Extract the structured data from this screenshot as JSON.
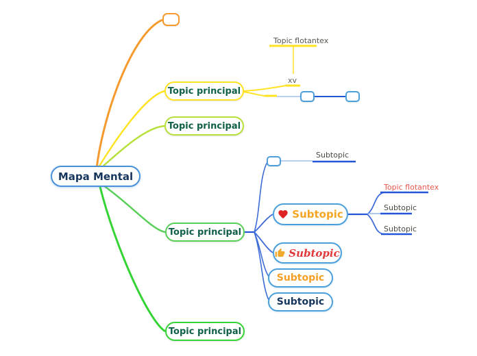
{
  "root": {
    "label": "Mapa Mental"
  },
  "main_topics": {
    "topic1": {
      "label": "Topic principal"
    },
    "topic2": {
      "label": "Topic principal"
    },
    "topic3": {
      "label": "Topic principal"
    },
    "topic4": {
      "label": "Topic principal"
    }
  },
  "floating_topic": {
    "title": "Topic flotantex",
    "child": "xv"
  },
  "topic3_children": {
    "line_subtopic": {
      "label": "Subtopic"
    },
    "heart_subtopic": {
      "label": "Subtopic",
      "icon": "heart-icon"
    },
    "thumb_subtopic": {
      "label": "Subtopic",
      "icon": "thumbs-up-icon"
    },
    "orange_subtopic": {
      "label": "Subtopic"
    },
    "navy_subtopic": {
      "label": "Subtopic"
    }
  },
  "heart_children": {
    "floating": {
      "label": "Topic flotantex"
    },
    "sub1": {
      "label": "Subtopic"
    },
    "sub2": {
      "label": "Subtopic"
    }
  },
  "colors": {
    "orange_branch": "#F79A2E",
    "yellow_branch": "#FFE322",
    "yellow_green_branch": "#B8E03A",
    "green_branch": "#58D058",
    "bright_green_branch": "#35D435",
    "blue_line": "#2356D6",
    "light_blue_line": "#8FB4EC",
    "node_border": "#4BA0DB",
    "root_border": "#4A90D9",
    "navy_text": "#17365D",
    "dark_green_text": "#0F5F49",
    "orange_text": "#F5A025",
    "red_text": "#E8574E",
    "heart_red": "#E02424",
    "thumb_gold": "#F0A830"
  }
}
